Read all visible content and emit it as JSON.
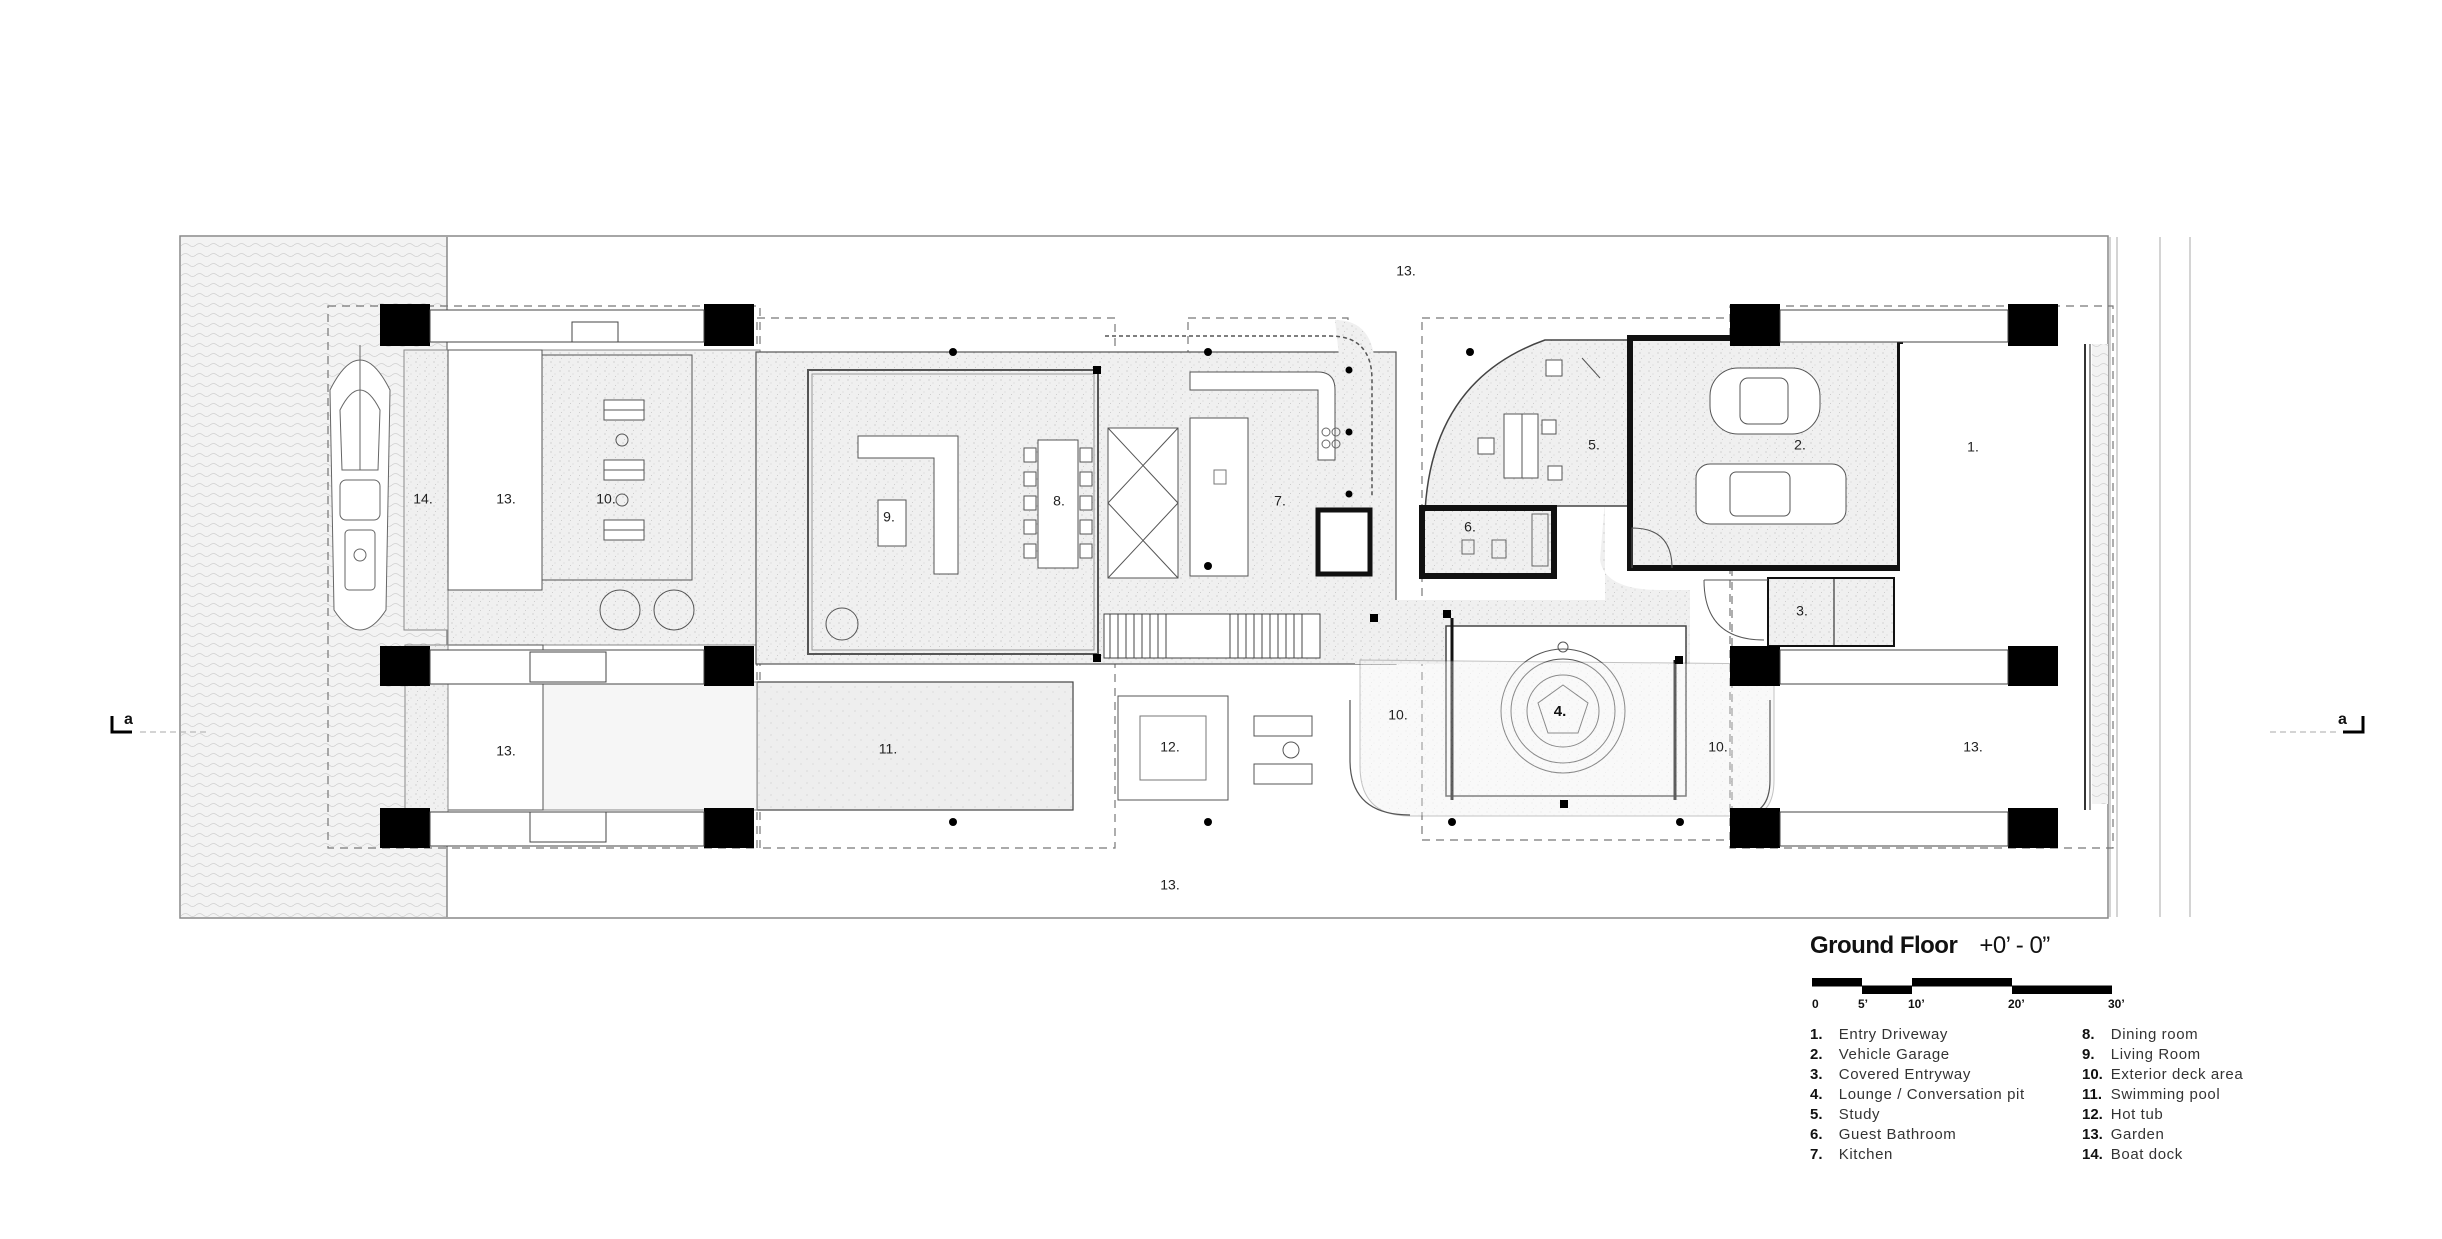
{
  "plan": {
    "rooms": {
      "r1": "1.",
      "r2": "2.",
      "r3": "3.",
      "r4": "4.",
      "r5": "5.",
      "r6": "6.",
      "r7": "7.",
      "r8": "8.",
      "r9": "9.",
      "r10a": "10.",
      "r10b": "10.",
      "r10c": "10.",
      "r11": "11.",
      "r12": "12.",
      "r13top": "13.",
      "r13bottom": "13.",
      "r13a": "13.",
      "r13b": "13.",
      "r13c": "13.",
      "r14": "14."
    },
    "section_left": "a",
    "section_right": "a"
  },
  "legend": {
    "title": "Ground Floor",
    "elevation": "+0’ - 0”",
    "scale": {
      "labels": [
        "0",
        "5’",
        "10’",
        "20’",
        "30’"
      ],
      "marks_ft": [
        0,
        5,
        10,
        20,
        30
      ]
    },
    "items_left": [
      {
        "num": "1.",
        "label": "Entry Driveway"
      },
      {
        "num": "2.",
        "label": "Vehicle Garage"
      },
      {
        "num": "3.",
        "label": "Covered Entryway"
      },
      {
        "num": "4.",
        "label": "Lounge / Conversation pit"
      },
      {
        "num": "5.",
        "label": "Study"
      },
      {
        "num": "6.",
        "label": "Guest Bathroom"
      },
      {
        "num": "7.",
        "label": "Kitchen"
      }
    ],
    "items_right": [
      {
        "num": "8.",
        "label": "Dining room"
      },
      {
        "num": "9.",
        "label": "Living Room"
      },
      {
        "num": "10.",
        "label": "Exterior deck area"
      },
      {
        "num": "11.",
        "label": "Swimming pool"
      },
      {
        "num": "12.",
        "label": "Hot tub"
      },
      {
        "num": "13.",
        "label": "Garden"
      },
      {
        "num": "14.",
        "label": "Boat dock"
      }
    ]
  }
}
